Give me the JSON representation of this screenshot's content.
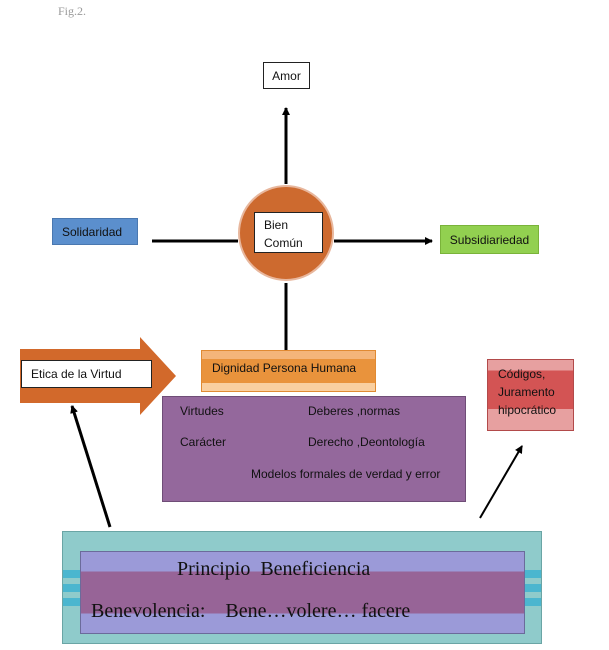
{
  "figure": {
    "caption": "Fig.2."
  },
  "nodes": {
    "amor": "Amor",
    "bien_comun": [
      "Bien",
      "Común"
    ],
    "solidaridad": "Solidaridad",
    "subsidiariedad": "Subsidiariedad",
    "dignidad": "Dignidad  Persona Humana",
    "etica_virtud": "Etica de la Virtud",
    "codigos": [
      "Códigos,",
      "Juramento",
      "hipocrático"
    ]
  },
  "values_panel": {
    "virtudes": "Virtudes",
    "deberes": "Deberes ,normas",
    "caracter": "Carácter",
    "derecho": "Derecho ,Deontología",
    "modelos": "Modelos formales de verdad y error"
  },
  "principio": {
    "title": "Principio  Beneficiencia",
    "subtitle": "Benevolencia:    Bene…volere… facere"
  },
  "colors": {
    "bien_circle": "#cd6a2f",
    "solidaridad": "#5b8fcd",
    "subsidiariedad": "#92d050",
    "dignidad": "#e9933c",
    "values_panel": "#94689c",
    "codigos": "#d35454",
    "principio_outer": "#8fcbcb",
    "principio_inner": "#976497"
  }
}
